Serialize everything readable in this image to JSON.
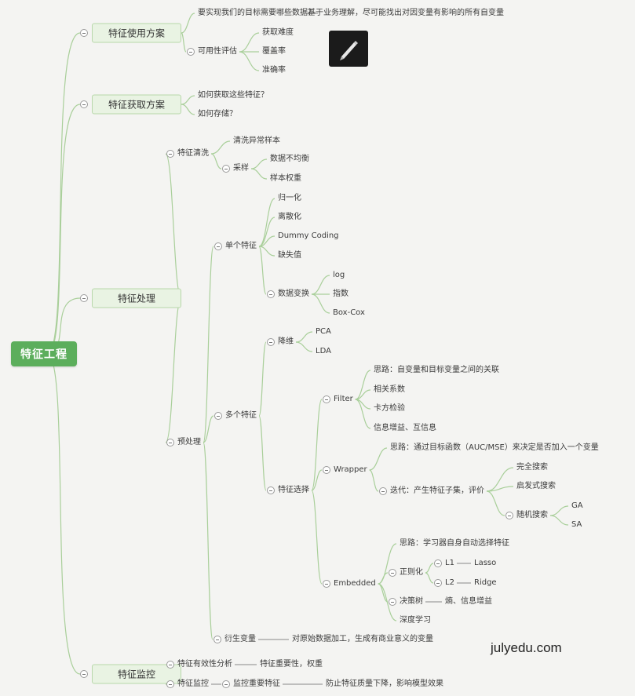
{
  "root": "特征工程",
  "branches": [
    {
      "id": "use",
      "label": "特征使用方案"
    },
    {
      "id": "acquire",
      "label": "特征获取方案"
    },
    {
      "id": "process",
      "label": "特征处理"
    },
    {
      "id": "monitor",
      "label": "特征监控"
    }
  ],
  "nodes": {
    "use_q1": "要实现我们的目标需要哪些数据？",
    "use_q1_ans": "基于业务理解，尽可能找出对因变量有影响的所有自变量",
    "use_avail": "可用性评估",
    "use_avail_1": "获取难度",
    "use_avail_2": "覆盖率",
    "use_avail_3": "准确率",
    "acq_1": "如何获取这些特征？",
    "acq_2": "如何存储？",
    "clean": "特征清洗",
    "clean_1": "清洗异常样本",
    "sample": "采样",
    "sample_1": "数据不均衡",
    "sample_2": "样本权重",
    "pre": "预处理",
    "single": "单个特征",
    "single_1": "归一化",
    "single_2": "离散化",
    "single_3": "Dummy Coding",
    "single_4": "缺失值",
    "transform": "数据变换",
    "transform_1": "log",
    "transform_2": "指数",
    "transform_3": "Box-Cox",
    "multi": "多个特征",
    "dimred": "降维",
    "dimred_1": "PCA",
    "dimred_2": "LDA",
    "select": "特征选择",
    "filter": "Filter",
    "filter_1": "思路：自变量和目标变量之间的关联",
    "filter_2": "相关系数",
    "filter_3": "卡方检验",
    "filter_4": "信息增益、互信息",
    "wrapper": "Wrapper",
    "wrapper_1": "思路：通过目标函数（AUC/MSE）来决定是否加入一个变量",
    "wrapper_2": "迭代：产生特征子集，评价",
    "iter_1": "完全搜索",
    "iter_2": "启发式搜索",
    "random": "随机搜索",
    "random_1": "GA",
    "random_2": "SA",
    "embedded": "Embedded",
    "emb_1": "思路：学习器自身自动选择特征",
    "regular": "正则化",
    "l1": "L1",
    "l1_ans": "Lasso",
    "l2": "L2",
    "l2_ans": "Ridge",
    "tree": "决策树",
    "tree_ans": "熵、信息增益",
    "deep": "深度学习",
    "derive": "衍生变量",
    "derive_ans": "对原始数据加工，生成有商业意义的变量",
    "mon_1": "特征有效性分析",
    "mon_1_ans": "特征重要性，权重",
    "mon_2": "特征监控",
    "mon_2_a": "监控重要特征",
    "mon_2_ans": "防止特征质量下降，影响模型效果"
  },
  "watermark": "julyedu.com",
  "icons": {
    "pen": "pen-icon",
    "toggle": "collapse-toggle-icon"
  },
  "colors": {
    "root": "#5cae5c",
    "branch_fill": "#e9f3e3",
    "line": "#a9cf9a"
  }
}
